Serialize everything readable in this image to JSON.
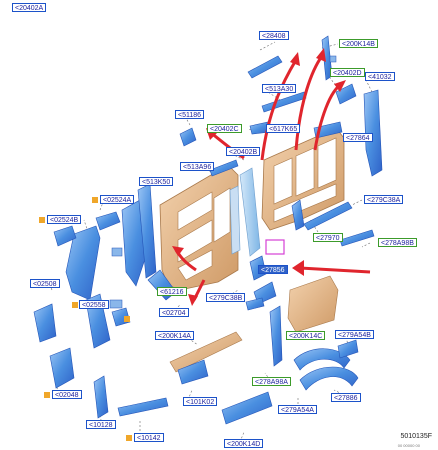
{
  "labels": {
    "l20402A": "<20402A",
    "l28408": "<28408",
    "l200K14B": "<200K14B",
    "l20402D": "<20402D",
    "l41032": "<41032",
    "l513A30": "<513A30",
    "l51186": "<51186",
    "l20402C": "<20402C",
    "l617K65": "<617K65",
    "l27864": "<27864",
    "l20402B": "<20402B",
    "l513A96": "<513A96",
    "l513K50": "<513K50",
    "l02524A": "<02524A",
    "l02524B": "<02524B",
    "l279C38A": "<279C38A",
    "l27970": "<27970",
    "l278A98B": "<278A98B",
    "l02508": "<02508",
    "l61216": "<61216",
    "l02558": "<02558",
    "l279C38B": "<279C38B",
    "l02704": "<02704",
    "l200K14A": "<200K14A",
    "l200K14C": "<200K14C",
    "l279A54B": "<279A54B",
    "l278A98A": "<278A98A",
    "l101K02": "<101K02",
    "l02048": "<02048",
    "l279A54A": "<279A54A",
    "l27886": "<27886",
    "l10128": "<10128",
    "l10142": "<10142",
    "l200K14D": "<200K14D",
    "l27856": "<27856"
  },
  "diagram_code": "5010135F",
  "diagram_code_small": "00 00000 00",
  "colors": {
    "label_blue_border": "#1c52c9",
    "label_green_border": "#3c9b2b",
    "label_text": "#1a1f9c",
    "part_blue": "#4a8fe0",
    "part_beige": "#e4b88a",
    "red_arrow": "#e0252d",
    "callout_square": "#f0a72a",
    "magenta_box": "#d63fd6"
  }
}
